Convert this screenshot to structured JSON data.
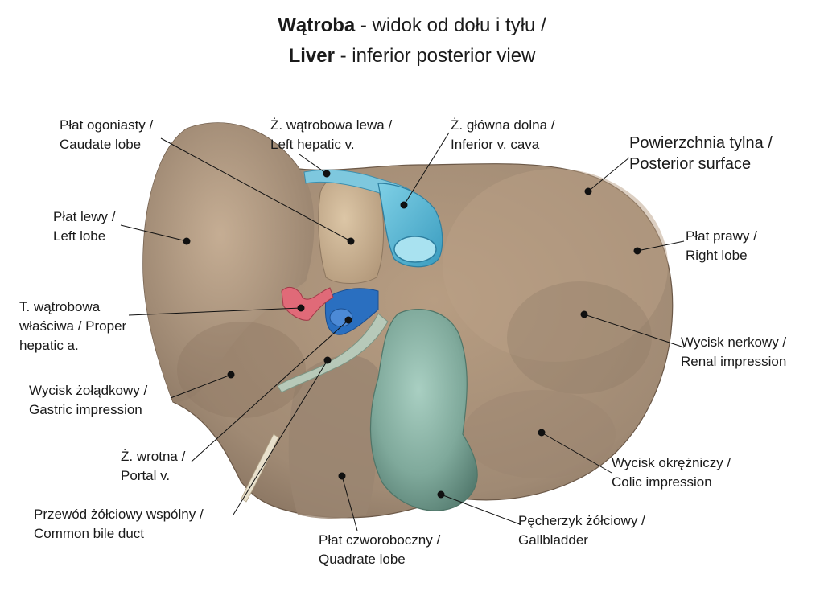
{
  "title": {
    "pl_bold": "Wątroba",
    "pl_rest": " - widok od dołu i tyłu /",
    "en_bold": "Liver",
    "en_rest": " - inferior posterior view"
  },
  "colors": {
    "liver": "#a08a74",
    "liver_light": "#c3aa8c",
    "vein_blue": "#5fb9d4",
    "portal_blue": "#2a6fc0",
    "artery_red": "#e06a78",
    "gallbladder": "#8fb8ac",
    "leader": "#111111"
  },
  "labels": {
    "caudate": {
      "pl": "Płat ogoniasty /",
      "en": "Caudate lobe"
    },
    "left_hep": {
      "pl": "Ż. wątrobowa lewa /",
      "en": "Left hepatic v."
    },
    "ivc": {
      "pl": "Ż. główna dolna /",
      "en": "Inferior v. cava"
    },
    "posterior": {
      "pl": "Powierzchnia tylna /",
      "en": "Posterior surface"
    },
    "left_lobe": {
      "pl": "Płat lewy /",
      "en": "Left lobe"
    },
    "right_lobe": {
      "pl": "Płat prawy /",
      "en": "Right lobe"
    },
    "proper_hep": {
      "pl1": "T. wątrobowa",
      "pl2": "właściwa / Proper",
      "en": "hepatic a."
    },
    "renal": {
      "pl": "Wycisk nerkowy /",
      "en": "Renal impression"
    },
    "gastric": {
      "pl": "Wycisk żołądkowy /",
      "en": "Gastric impression"
    },
    "portal": {
      "pl": "Ż. wrotna /",
      "en": "Portal v."
    },
    "bile_duct": {
      "pl": "Przewód żółciowy wspólny /",
      "en": "Common bile duct"
    },
    "colic": {
      "pl": "Wycisk okrężniczy /",
      "en": "Colic impression"
    },
    "quadrate": {
      "pl": "Płat czworoboczny /",
      "en": "Quadrate lobe"
    },
    "gallbladder": {
      "pl": "Pęcherzyk żółciowy /",
      "en": "Gallbladder"
    }
  }
}
